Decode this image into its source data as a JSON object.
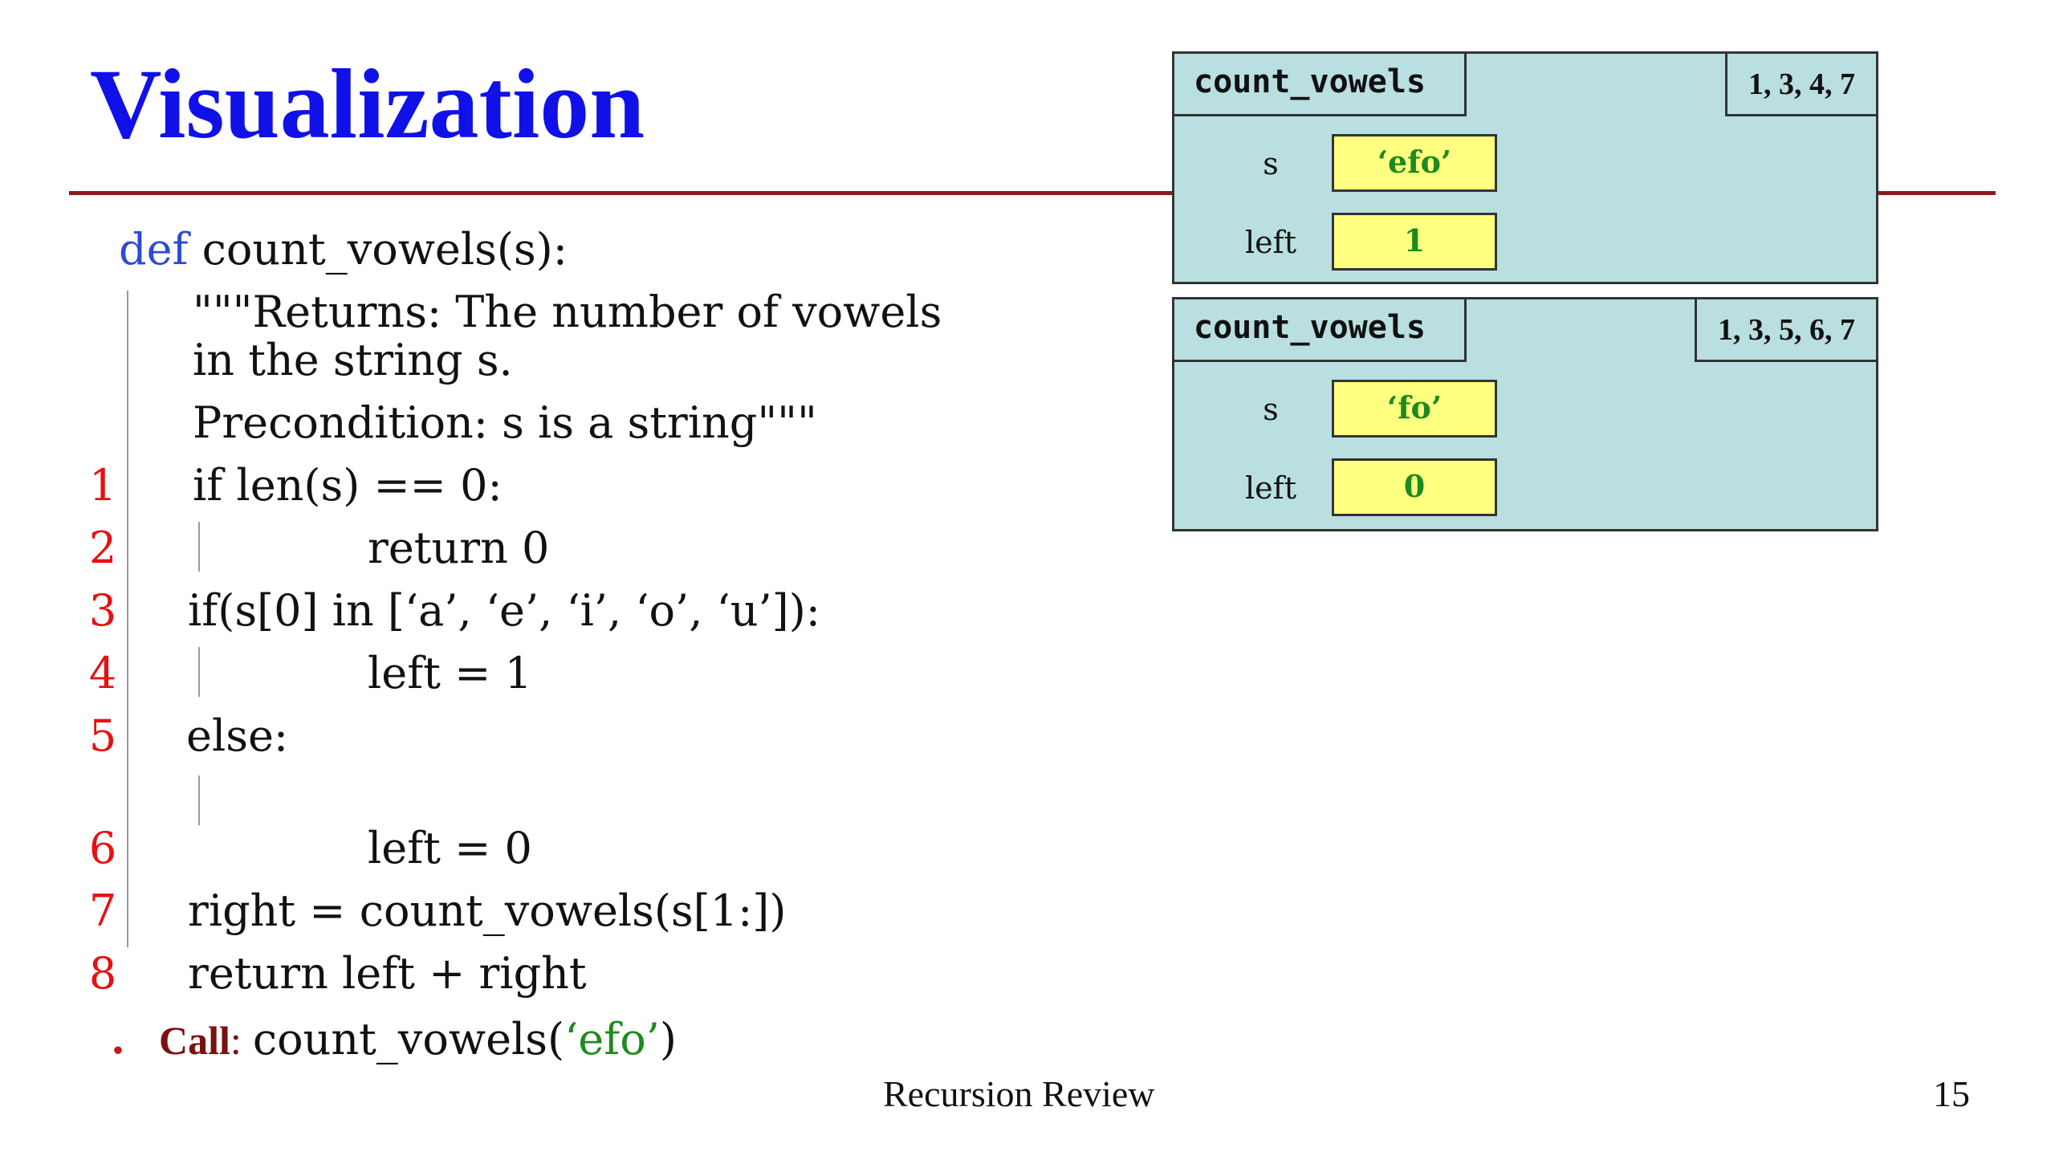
{
  "slide": {
    "title": "Visualization",
    "footer_title": "Recursion Review",
    "page_number": "15"
  },
  "code": {
    "def_keyword": "def",
    "signature": " count_vowels(s):",
    "docstring": [
      "\"\"\"Returns: The number of vowels",
      "in the string s.",
      "Precondition: s is a string\"\"\""
    ],
    "lines": [
      {
        "number": "1",
        "text": "if len(s) == 0:"
      },
      {
        "number": "2",
        "text": "return 0"
      },
      {
        "number": "3",
        "text": "if(s[0] in [‘a’, ‘e’, ‘i’, ‘o’, ‘u’]):"
      },
      {
        "number": "4",
        "text": "left = 1"
      },
      {
        "number": "5",
        "text": "else:"
      },
      {
        "number": "6",
        "text": "left = 0"
      },
      {
        "number": "7",
        "text": "right = count_vowels(s[1:])"
      },
      {
        "number": "8",
        "text": "return left + right"
      }
    ]
  },
  "call": {
    "bullet": "•",
    "label": "Call",
    "colon": ":",
    "expr_prefix": "count_vowels(",
    "expr_arg": "‘efo’",
    "expr_suffix": ")"
  },
  "frames": [
    {
      "name": "count_vowels",
      "lines": "1, 3, 4, 7",
      "vars": [
        {
          "name": "s",
          "value": "‘efo’"
        },
        {
          "name": "left",
          "value": "1"
        }
      ]
    },
    {
      "name": "count_vowels",
      "lines": "1, 3, 5, 6, 7",
      "vars": [
        {
          "name": "s",
          "value": "‘fo’"
        },
        {
          "name": "left",
          "value": "0"
        }
      ]
    }
  ],
  "colors": {
    "title": "#1010e8",
    "rule": "#8b1a1a",
    "keyword": "#2a4bd7",
    "docstring": "#1e8a1e",
    "line_numbers": "#e81010",
    "frame_fill": "#b9dfe0",
    "value_box_fill": "#ffff80"
  }
}
